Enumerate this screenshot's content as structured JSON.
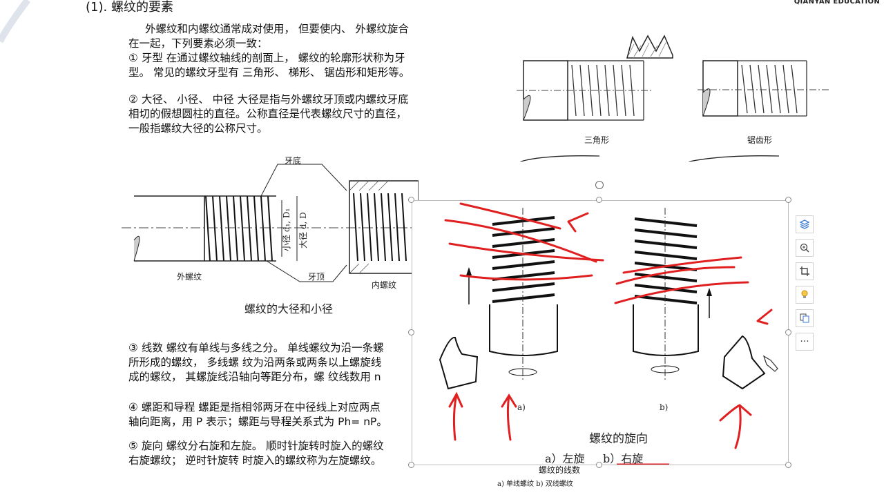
{
  "brand": "QIANYAN EDUCATION",
  "heading": "(1). 螺纹的要素",
  "paragraph1": [
    "外螺纹和内螺纹通常成对使用， 但要使内、 外螺纹旋合",
    "在一起，下列要素必须一致：",
    "① 牙型 在通过螺纹轴线的剖面上， 螺纹的轮廓形状称为牙",
    "型。 常见的螺纹牙型有 三角形、 梯形、 锯齿形和矩形等。"
  ],
  "paragraph2": [
    "② 大径、 小径、 中径 大径是指与外螺纹牙顶或内螺纹牙底",
    "相切的假想圆柱的直径。公称直径是代表螺纹尺寸的直径，",
    "一般指螺纹大径的公称尺寸。"
  ],
  "paragraph3": [
    "③ 线数 螺纹有单线与多线之分。 单线螺纹为沿一条螺",
    "所形成的螺纹， 多线螺 纹为沿两条或两条以上螺旋线",
    "成的螺纹， 其螺旋线沿轴向等距分布，螺 纹线数用 n"
  ],
  "paragraph4": [
    "④ 螺距和导程 螺距是指相邻两牙在中径线上对应两点",
    "轴向距离，用 P 表示；螺距与导程关系式为 Ph= nP。"
  ],
  "paragraph5": [
    "⑤ 旋向 螺纹分右旋和左旋。 顺时针旋转时旋入的螺纹",
    "右旋螺纹； 逆时针旋转 时旋入的螺纹称为左旋螺纹。"
  ],
  "diagram_major_minor": {
    "label_root": "牙底",
    "label_crest": "牙顶",
    "label_external": "外螺纹",
    "label_internal": "内螺纹",
    "label_minor": "小径 d₁, D₁",
    "label_major": "大径 d, D",
    "caption": "螺纹的大径和小径"
  },
  "profile_captions": {
    "triangular": "三角形",
    "sawtooth": "锯齿形"
  },
  "overlay": {
    "label_a": "a)",
    "label_b": "b)",
    "title": "螺纹的旋向",
    "subtitle_a": "a）左旋",
    "subtitle_b": "b）右旋"
  },
  "bottom_caption": {
    "title": "螺纹的线数",
    "subtitle": "a) 单线螺纹   b) 双线螺纹"
  },
  "toolbar": {
    "items": [
      "layers-icon",
      "zoom-in-icon",
      "crop-icon",
      "lightbulb-icon",
      "copy-icon",
      "more-icon"
    ],
    "more": "···"
  },
  "colors": {
    "annotation": "#e02020",
    "ink": "#111111",
    "accent_blue": "#3a7bd5"
  }
}
